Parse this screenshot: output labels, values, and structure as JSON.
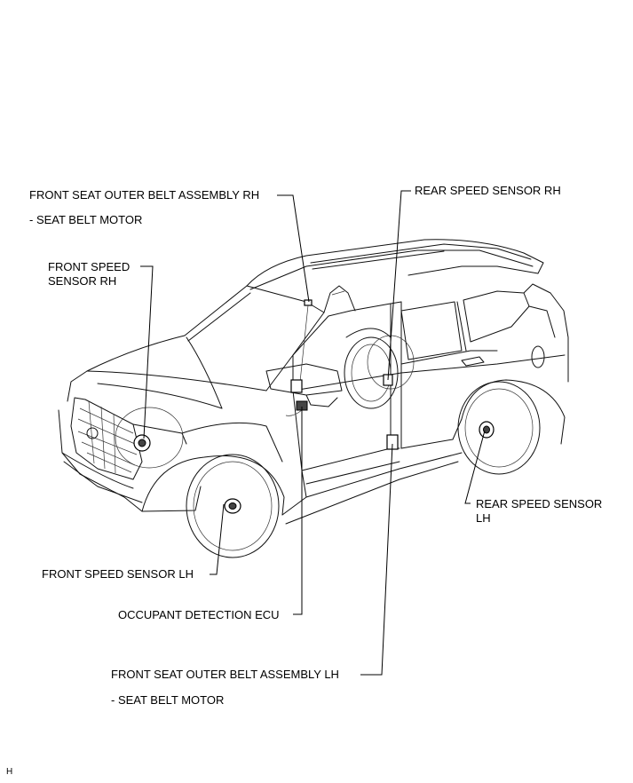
{
  "labels": {
    "front_belt_rh": "FRONT SEAT OUTER BELT ASSEMBLY RH",
    "front_belt_rh_sub": "- SEAT BELT MOTOR",
    "rear_speed_rh": "REAR SPEED SENSOR RH",
    "front_speed_rh_line1": "FRONT SPEED",
    "front_speed_rh_line2": "SENSOR RH",
    "rear_speed_lh_line1": "REAR SPEED SENSOR",
    "rear_speed_lh_line2": "LH",
    "front_speed_lh": "FRONT SPEED SENSOR LH",
    "occupant_ecu": "OCCUPANT DETECTION ECU",
    "front_belt_lh": "FRONT SEAT OUTER BELT ASSEMBLY LH",
    "front_belt_lh_sub": "- SEAT BELT MOTOR",
    "figure_code": "H"
  }
}
